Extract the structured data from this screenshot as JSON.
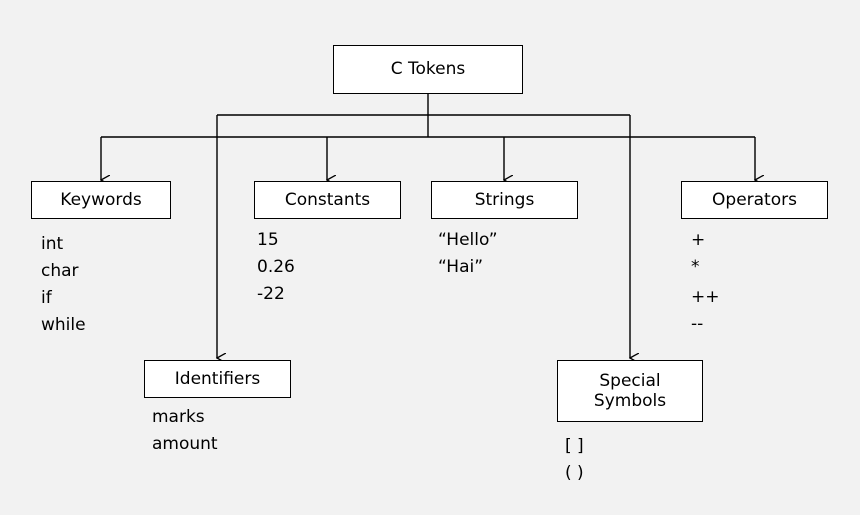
{
  "root": {
    "label": "C Tokens"
  },
  "categories": [
    {
      "key": "keywords",
      "label": "Keywords",
      "examples": [
        "int",
        "char",
        "if",
        "while"
      ]
    },
    {
      "key": "constants",
      "label": "Constants",
      "examples": [
        "15",
        "0.26",
        "-22"
      ]
    },
    {
      "key": "strings",
      "label": "Strings",
      "examples": [
        "“Hello”",
        "“Hai”"
      ]
    },
    {
      "key": "operators",
      "label": "Operators",
      "examples": [
        "+",
        "*",
        "++",
        "--"
      ]
    },
    {
      "key": "identifiers",
      "label": "Identifiers",
      "examples": [
        "marks",
        "amount"
      ]
    },
    {
      "key": "special",
      "label": "Special Symbols",
      "examples": [
        "[ ]",
        "( )"
      ]
    }
  ]
}
